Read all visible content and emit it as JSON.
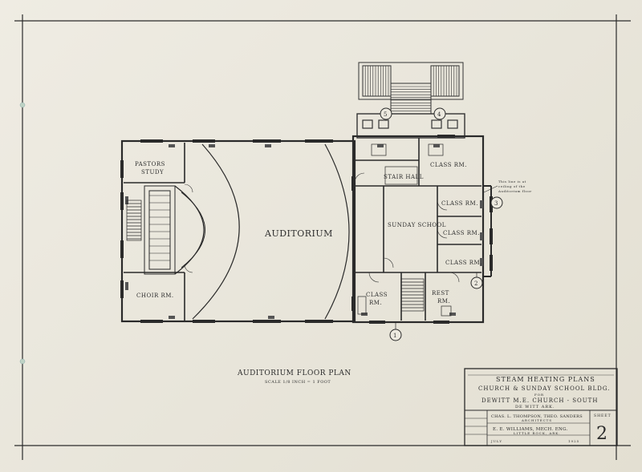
{
  "rooms": {
    "pastors_study": [
      "PASTORS",
      "STUDY"
    ],
    "auditorium": "AUDITORIUM",
    "choir_room": "CHOIR RM.",
    "stair_hall": "STAIR HALL",
    "class_rm_top": "CLASS RM.",
    "sunday_school": "SUNDAY SCHOOL",
    "class_rm_1": "CLASS RM.",
    "class_rm_2": "CLASS RM.",
    "class_rm_3": "CLASS RM.",
    "class_rm_bottom": [
      "CLASS",
      "RM."
    ],
    "rest_rm": [
      "REST",
      "RM."
    ]
  },
  "riser_markers": [
    "1",
    "2",
    "3",
    "4",
    "5"
  ],
  "note_ceiling": [
    "This line is at",
    "ceiling of the",
    "Auditorium floor"
  ],
  "drawing_title": "AUDITORIUM FLOOR PLAN",
  "scale": "SCALE 1/8 INCH = 1 FOOT",
  "title_block": {
    "line1": "STEAM HEATING PLANS",
    "line2": "CHURCH & SUNDAY SCHOOL BLDG.",
    "line3": "FOR",
    "line4": "DEWITT M.E. CHURCH - SOUTH",
    "line5": "DE WITT ARK.",
    "firm1": "CHAS. L. THOMPSON, THEO. SANDERS",
    "firm2": "ARCHITECTS",
    "firm3": "E. E. WILLIAMS, MECH. ENG.",
    "firm4": "LITTLE ROCK, ARK.",
    "date_left": "JULY",
    "date_right": "1925",
    "sheet_label": "SHEET",
    "sheet_number": "2"
  }
}
